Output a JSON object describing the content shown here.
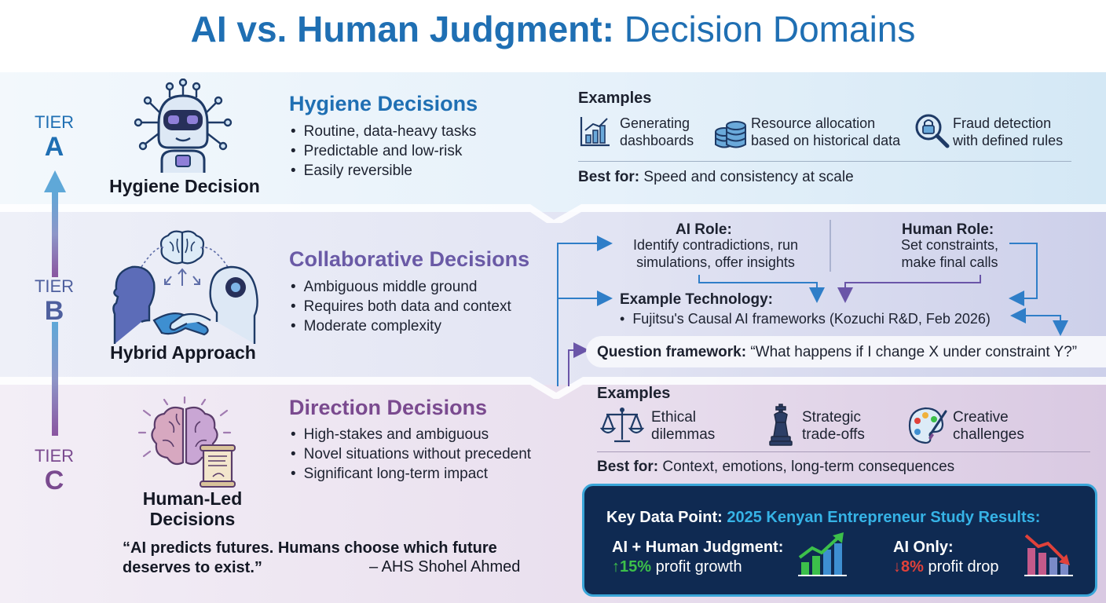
{
  "title": {
    "bold": "AI vs. Human Judgment:",
    "light": "Decision Domains"
  },
  "tiers": [
    {
      "word": "TIER",
      "letter": "A"
    },
    {
      "word": "TIER",
      "letter": "B"
    },
    {
      "word": "TIER",
      "letter": "C"
    }
  ],
  "hygiene": {
    "caption": "Hygiene Decision",
    "title": "Hygiene Decisions",
    "bullets": [
      "Routine, data-heavy tasks",
      "Predictable and low-risk",
      "Easily reversible"
    ],
    "examples_label": "Examples",
    "examples": [
      {
        "line1": "Generating",
        "line2": "dashboards",
        "icon": "bar-chart-icon"
      },
      {
        "line1": "Resource allocation",
        "line2": "based on historical data",
        "icon": "database-icon"
      },
      {
        "line1": "Fraud detection",
        "line2": "with defined rules",
        "icon": "lock-magnifier-icon"
      }
    ],
    "best_for_label": "Best for:",
    "best_for_text": "Speed and consistency at scale"
  },
  "collab": {
    "caption": "Hybrid Approach",
    "title": "Collaborative Decisions",
    "bullets": [
      "Ambiguous middle ground",
      "Requires both data and context",
      "Moderate complexity"
    ],
    "ai_role_label": "AI Role:",
    "ai_role_line1": "Identify contradictions, run",
    "ai_role_line2": "simulations, offer insights",
    "human_role_label": "Human Role:",
    "human_role_line1": "Set constraints,",
    "human_role_line2": "make final calls",
    "tech_label": "Example Technology:",
    "tech_text": "Fujitsu's Causal AI frameworks (Kozuchi R&D, Feb 2026)",
    "question_label": "Question framework:",
    "question_text": "“What happens if I change X under constraint Y?”"
  },
  "direction": {
    "caption_line1": "Human-Led",
    "caption_line2": "Decisions",
    "title": "Direction Decisions",
    "bullets": [
      "High-stakes and ambiguous",
      "Novel situations without precedent",
      "Significant long-term impact"
    ],
    "examples_label": "Examples",
    "examples": [
      {
        "line1": "Ethical",
        "line2": "dilemmas",
        "icon": "scales-icon"
      },
      {
        "line1": "Strategic",
        "line2": "trade-offs",
        "icon": "chess-king-icon"
      },
      {
        "line1": "Creative",
        "line2": "challenges",
        "icon": "palette-icon"
      }
    ],
    "best_for_label": "Best for:",
    "best_for_text": "Context, emotions, long-term consequences"
  },
  "quote": {
    "line1": "“AI predicts futures. Humans choose which future",
    "line2": "deserves to exist.”",
    "author": "– AHS Shohel Ahmed"
  },
  "key_data": {
    "label": "Key Data Point:",
    "study": "2025 Kenyan Entrepreneur Study Results:",
    "left_label": "AI + Human Judgment:",
    "left_value": "15%",
    "left_text": "profit growth",
    "right_label": "AI Only:",
    "right_value": "8%",
    "right_text": "profit drop"
  },
  "colors": {
    "tier_a": "#1f6fb3",
    "tier_b": "#5566a8",
    "tier_c": "#7a4a8f",
    "growth": "#3cc04a",
    "drop": "#e0413a",
    "accent_cyan": "#36b3e6"
  }
}
